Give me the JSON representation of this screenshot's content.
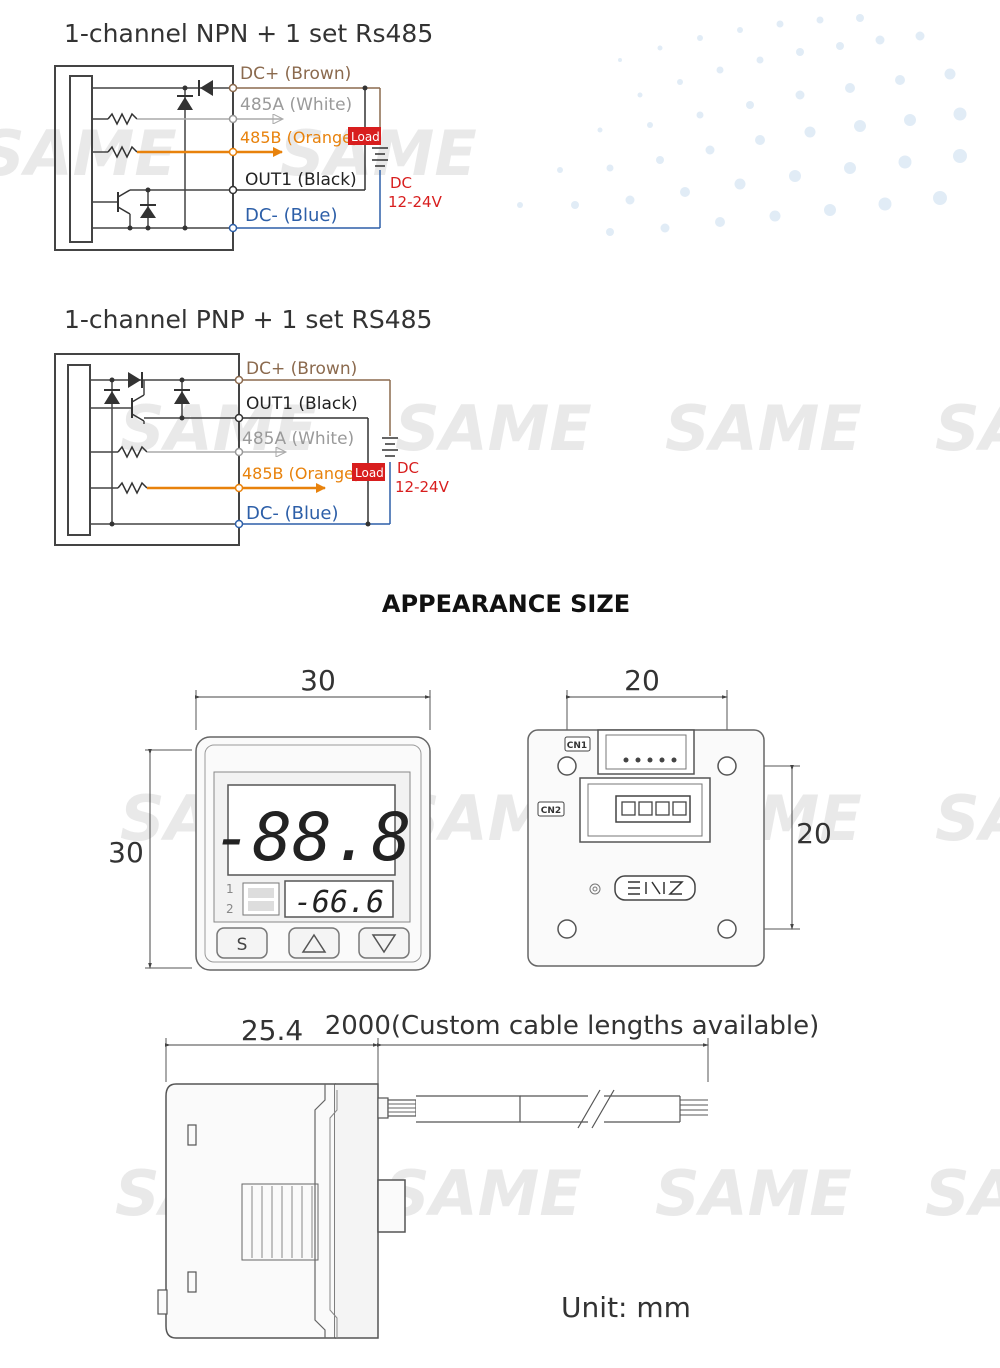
{
  "npn": {
    "title": "1-channel NPN + 1 set Rs485",
    "wires": {
      "dc_plus": "DC+ (Brown)",
      "a485": "485A (White)",
      "b485": "485B (Orange)",
      "out1": "OUT1 (Black)",
      "dc_minus": "DC- (Blue)"
    },
    "load_label": "Load",
    "supply_label": "DC",
    "supply_voltage": "12-24V"
  },
  "pnp": {
    "title": "1-channel PNP + 1 set RS485",
    "wires": {
      "dc_plus": "DC+ (Brown)",
      "out1": "OUT1 (Black)",
      "a485": "485A (White)",
      "b485": "485B (Orange)",
      "dc_minus": "DC- (Blue)"
    },
    "load_label": "Load",
    "supply_label": "DC",
    "supply_voltage": "12-24V"
  },
  "appearance": {
    "title": "APPEARANCE SIZE",
    "front": {
      "width_dim": "30",
      "height_dim": "30",
      "main_display": "-88.8",
      "sub_display": "-66.6",
      "channel_1": "1",
      "channel_2": "2",
      "button_s": "S",
      "button_up_icon": "triangle-up-icon",
      "button_down_icon": "triangle-down-icon"
    },
    "back": {
      "width_dim": "20",
      "height_dim": "20",
      "cn1": "CN1",
      "cn2": "CN2"
    },
    "side": {
      "depth_dim": "25.4",
      "cable_dim": "2000(Custom cable lengths available)"
    },
    "unit": "Unit: mm"
  },
  "watermark": "SAME",
  "colors": {
    "brown": "#8b6a4e",
    "white_wire": "#9a9a9a",
    "orange": "#e8820c",
    "black": "#222222",
    "blue": "#2d5fa8",
    "red": "#d81e1e",
    "outline": "#555555"
  }
}
